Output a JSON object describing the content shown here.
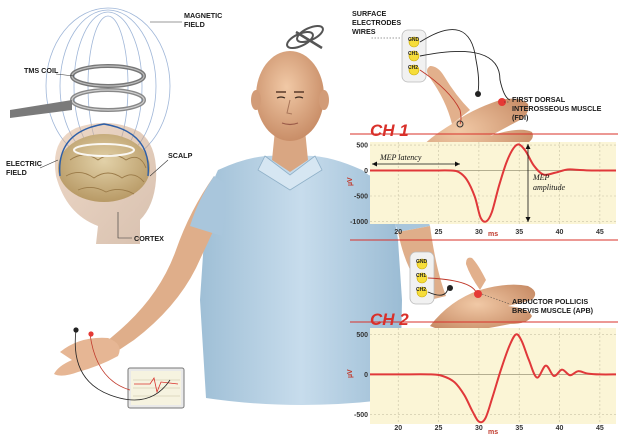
{
  "labels": {
    "magnetic_field": [
      "MAGNETIC",
      "FIELD"
    ],
    "tms_coil": "TMS COIL",
    "electric_field": [
      "ELECTRIC",
      "FIELD"
    ],
    "scalp": "SCALP",
    "cortex": "CORTEX",
    "surface_electrodes": [
      "SURFACE",
      "ELECTRODES",
      "WIRES"
    ],
    "fdi": [
      "FIRST DORSAL",
      "INTEROSSEOUS MUSCLE",
      "(FDI)"
    ],
    "apb": [
      "ABDUCTOR POLLICIS",
      "BREVIS MUSCLE (APB)"
    ],
    "mep_latency": "MEP latency",
    "mep_amplitude": [
      "MEP",
      "amplitude"
    ]
  },
  "electrode_labels": [
    "GND",
    "CH1",
    "CH2"
  ],
  "colors": {
    "trace": "#e0383a",
    "panel_bg": "#fbf5d6",
    "header": "#d9302a",
    "coil_blue": "#2d5fa8",
    "shirt": "#b9d4e6",
    "skin": "#e8b894"
  },
  "chart_data": [
    {
      "type": "line",
      "title": "CH 1",
      "xlabel": "ms",
      "ylabel": "µV",
      "x_ticks": [
        20,
        25,
        30,
        35,
        40,
        45
      ],
      "y_ticks": [
        500,
        0,
        -500,
        -1000
      ],
      "xlim": [
        16.5,
        47
      ],
      "ylim": [
        -1050,
        560
      ],
      "series": [
        {
          "x": [
            16.5,
            20,
            24,
            26.5,
            27.5,
            28.5,
            29.5,
            30.2,
            30.9,
            31.6,
            32.5,
            33.4,
            34.3,
            35,
            35.8,
            36.8,
            38,
            39.5,
            41,
            42.5,
            44,
            45.5,
            47
          ],
          "y": [
            0,
            0,
            0,
            0,
            -30,
            -180,
            -520,
            -920,
            -1000,
            -820,
            -300,
            150,
            440,
            510,
            380,
            100,
            -80,
            -40,
            20,
            10,
            0,
            0,
            0
          ]
        }
      ]
    },
    {
      "type": "line",
      "title": "CH 2",
      "xlabel": "ms",
      "ylabel": "µV",
      "x_ticks": [
        20,
        25,
        30,
        35,
        40,
        45
      ],
      "y_ticks": [
        500,
        0,
        -500
      ],
      "xlim": [
        16.5,
        47
      ],
      "ylim": [
        -620,
        580
      ],
      "series": [
        {
          "x": [
            16.5,
            20,
            24,
            25.5,
            27,
            28.2,
            29.2,
            30,
            30.8,
            31.7,
            32.8,
            33.8,
            34.6,
            35.3,
            36.2,
            37.2,
            38.3,
            39.3,
            40.3,
            41.3,
            42.3,
            43.5,
            45,
            47
          ],
          "y": [
            0,
            0,
            0,
            -20,
            -100,
            -260,
            -460,
            -590,
            -550,
            -280,
            80,
            360,
            500,
            420,
            180,
            -40,
            110,
            -20,
            60,
            -10,
            40,
            10,
            0,
            0
          ]
        }
      ]
    }
  ]
}
